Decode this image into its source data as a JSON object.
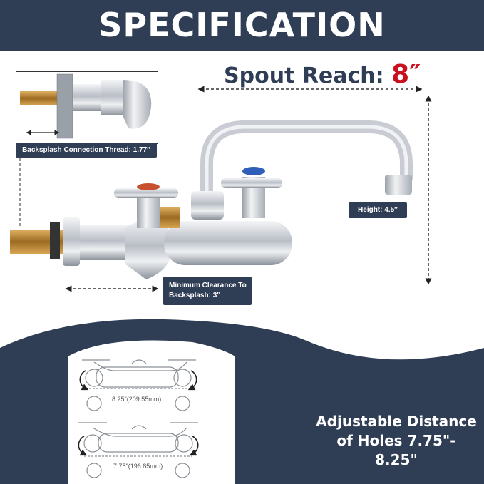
{
  "header": {
    "title": "SPECIFICATION"
  },
  "spout_reach": {
    "label": "Spout Reach:",
    "value": "8″"
  },
  "labels": {
    "backsplash_thread": "Backsplash Connection Thread: 1.77″",
    "height": "Height: 4.5″",
    "min_clearance_line1": "Minimum Clearance To",
    "min_clearance_line2": "Backsplash: 3″"
  },
  "diagram": {
    "dim_wide": "8.25\"(209.55mm)",
    "dim_narrow": "7.75\"(196.85mm)"
  },
  "adjustable": {
    "line1": "Adjustable Distance",
    "line2": "of Holes 7.75\"- 8.25\""
  },
  "colors": {
    "navy": "#2f3d55",
    "accent_red": "#c8101e",
    "chrome": "#c9cdd3",
    "brass": "#b8862f"
  }
}
